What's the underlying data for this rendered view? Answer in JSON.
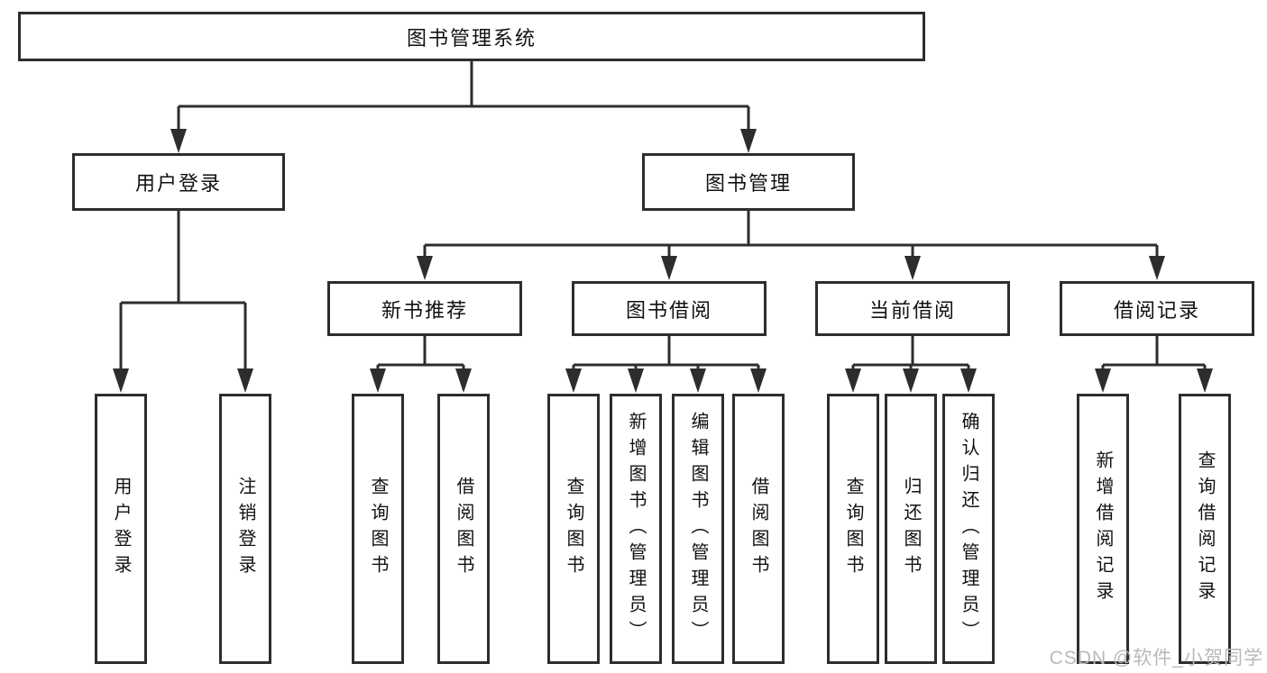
{
  "diagram_title": "图书管理系统",
  "tree": {
    "root": {
      "label": "图书管理系统"
    },
    "branches": [
      {
        "label": "用户登录",
        "children": [
          {
            "label": "用户登录"
          },
          {
            "label": "注销登录"
          }
        ]
      },
      {
        "label": "图书管理",
        "children": [
          {
            "label": "新书推荐",
            "children": [
              {
                "label": "查询图书"
              },
              {
                "label": "借阅图书"
              }
            ]
          },
          {
            "label": "图书借阅",
            "children": [
              {
                "label": "查询图书"
              },
              {
                "label": "新增图书（管理员）"
              },
              {
                "label": "编辑图书（管理员）"
              },
              {
                "label": "借阅图书"
              }
            ]
          },
          {
            "label": "当前借阅",
            "children": [
              {
                "label": "查询图书"
              },
              {
                "label": "归还图书"
              },
              {
                "label": "确认归还（管理员）"
              }
            ]
          },
          {
            "label": "借阅记录",
            "children": [
              {
                "label": "新增借阅记录"
              },
              {
                "label": "查询借阅记录"
              }
            ]
          }
        ]
      }
    ]
  },
  "watermark": {
    "text": "CSDN @软件_小贺同学"
  },
  "colors": {
    "line": "#2d2d2d",
    "box_border": "#2d2d2d",
    "box_fill": "#ffffff",
    "text": "#111111",
    "background": "#ffffff",
    "watermark": "#b9b9b9"
  }
}
